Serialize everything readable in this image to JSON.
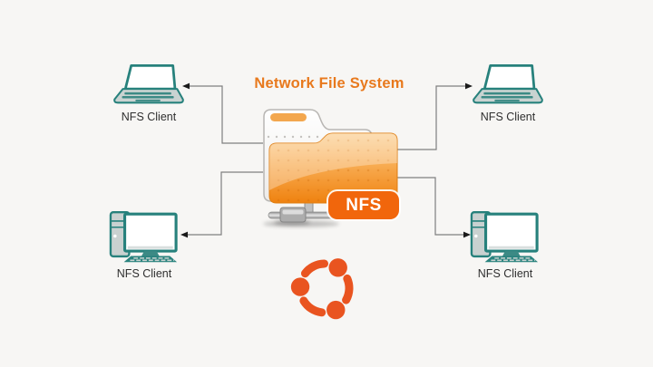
{
  "title": "Network File System",
  "server": {
    "badge_label": "NFS",
    "icon": "network-folder-icon"
  },
  "clients": [
    {
      "position": "top-left",
      "device": "laptop",
      "label": "NFS Client"
    },
    {
      "position": "top-right",
      "device": "laptop",
      "label": "NFS Client"
    },
    {
      "position": "bottom-left",
      "device": "desktop",
      "label": "NFS Client"
    },
    {
      "position": "bottom-right",
      "device": "desktop",
      "label": "NFS Client"
    }
  ],
  "logo": {
    "icon": "ubuntu-logo",
    "color": "#E95420"
  },
  "colors": {
    "background": "#F7F6F4",
    "title_text": "#E8791D",
    "badge_background": "#F1660C",
    "badge_text": "#FFFFFF",
    "device_outline": "#27817C",
    "device_fill": "#C9D3D1",
    "connector_line": "#7F7F7F",
    "arrowhead": "#1A1A1A",
    "label_text": "#2F2F2F",
    "folder_orange": "#F08514",
    "folder_strip": "#F3A74E"
  }
}
